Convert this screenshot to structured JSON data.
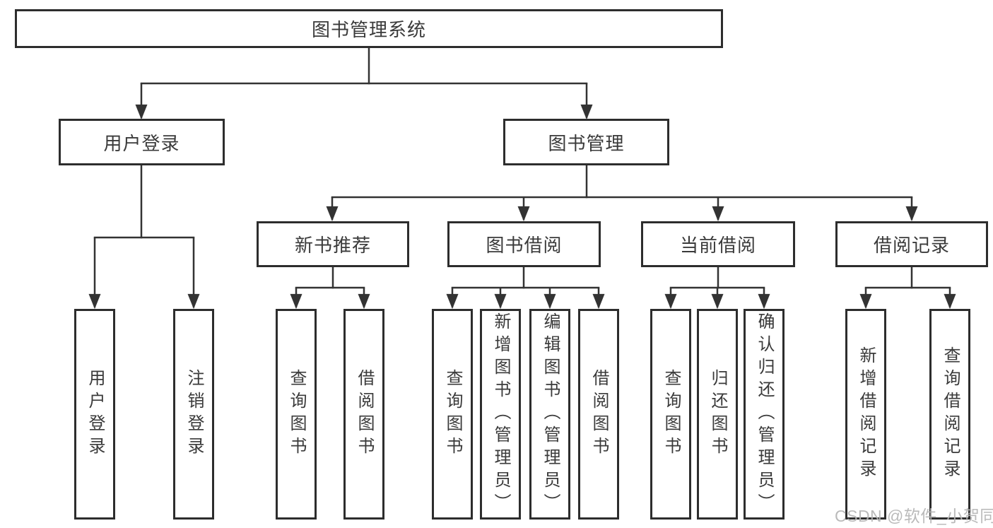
{
  "tree": {
    "root": {
      "label": "图书管理系统"
    },
    "level2": [
      {
        "label": "用户登录"
      },
      {
        "label": "图书管理"
      }
    ],
    "level3": [
      {
        "label": "新书推荐",
        "parent": "图书管理"
      },
      {
        "label": "图书借阅",
        "parent": "图书管理"
      },
      {
        "label": "当前借阅",
        "parent": "图书管理"
      },
      {
        "label": "借阅记录",
        "parent": "图书管理"
      }
    ],
    "leaves": [
      {
        "label": "用户登录",
        "parent": "用户登录"
      },
      {
        "label": "注销登录",
        "parent": "用户登录"
      },
      {
        "label": "查询图书",
        "parent": "新书推荐"
      },
      {
        "label": "借阅图书",
        "parent": "新书推荐"
      },
      {
        "label": "查询图书",
        "parent": "图书借阅"
      },
      {
        "label": "新增图书（管理员）",
        "parent": "图书借阅"
      },
      {
        "label": "编辑图书（管理员）",
        "parent": "图书借阅"
      },
      {
        "label": "借阅图书",
        "parent": "图书借阅"
      },
      {
        "label": "查询图书",
        "parent": "当前借阅"
      },
      {
        "label": "归还图书",
        "parent": "当前借阅"
      },
      {
        "label": "确认归还（管理员）",
        "parent": "当前借阅"
      },
      {
        "label": "新增借阅记录",
        "parent": "借阅记录"
      },
      {
        "label": "查询借阅记录",
        "parent": "借阅记录"
      }
    ]
  },
  "watermark": "CSDN @软件_小贺同学",
  "colors": {
    "line": "#333333",
    "border": "#2d2d2d",
    "text": "#3a3a3a",
    "watermark": "#b5b5b5",
    "background": "#ffffff"
  }
}
